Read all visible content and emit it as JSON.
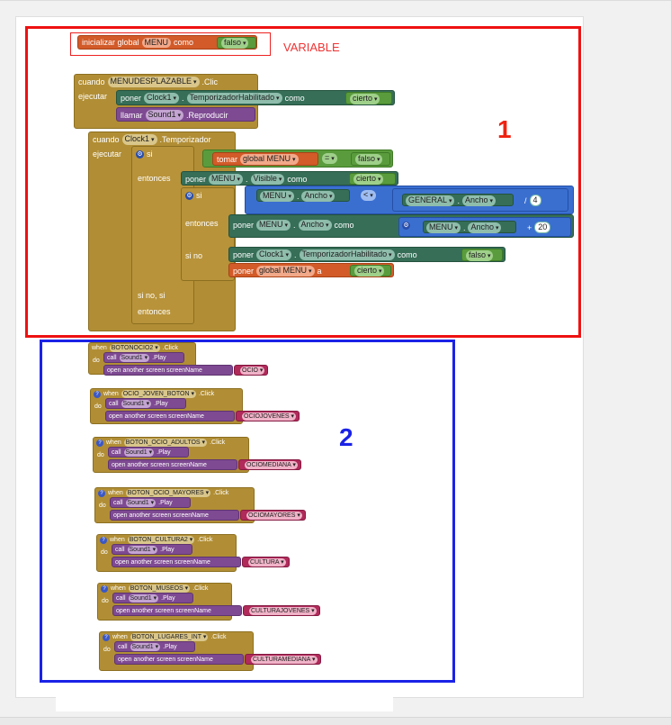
{
  "annotations": {
    "variable_tag": "VARIABLE",
    "group1": "1",
    "group2": "2"
  },
  "init": {
    "prefix": "inicializar global",
    "name": "MENU",
    "como": "como",
    "value": "falso"
  },
  "ev1": {
    "cuando": "cuando",
    "component": "MENUDESPLAZABLE",
    "event": ".Clic",
    "ejecutar": "ejecutar",
    "s1": {
      "poner": "poner",
      "comp": "Clock1",
      "prop": "TemporizadorHabilitado",
      "como": "como",
      "val": "cierto"
    },
    "s2": {
      "llamar": "llamar",
      "comp": "Sound1",
      "method": ".Reproducir"
    }
  },
  "ev2": {
    "cuando": "cuando",
    "component": "Clock1",
    "event": ".Temporizador",
    "ejecutar": "ejecutar",
    "si": "si",
    "cond": {
      "tomar": "tomar",
      "var": "global MENU",
      "op": "=",
      "val": "falso"
    },
    "entonces": "entonces",
    "s1": {
      "poner": "poner",
      "comp": "MENU",
      "prop": "Visible",
      "como": "como",
      "val": "cierto"
    },
    "inner": {
      "si": "si",
      "comp": "MENU",
      "prop": "Ancho",
      "op": "<",
      "comp2": "GENERAL",
      "prop2": "Ancho",
      "div": "/",
      "num": "4",
      "entonces": "entonces",
      "then": {
        "poner": "poner",
        "comp": "MENU",
        "prop": "Ancho",
        "como": "como",
        "comp2": "MENU",
        "prop2": "Ancho",
        "plus": "+",
        "num": "20"
      },
      "sino": "si no",
      "else1": {
        "poner": "poner",
        "comp": "Clock1",
        "prop": "TemporizadorHabilitado",
        "como": "como",
        "val": "falso"
      },
      "else2": {
        "poner": "poner",
        "var": "global MENU",
        "a": "a",
        "val": "cierto"
      }
    },
    "sinosi": "si no, si",
    "entonces2": "entonces"
  },
  "handlers": [
    {
      "when": "when",
      "button": "BOTONOCIO2",
      "click": ".Click",
      "do": "do",
      "call": "call",
      "sound": "Sound1",
      "play": ".Play",
      "open": "open another screen  screenName",
      "screen": "OCIO"
    },
    {
      "when": "when",
      "button": "OCIO_JOVEN_BOTON",
      "click": ".Click",
      "do": "do",
      "call": "call",
      "sound": "Sound1",
      "play": ".Play",
      "open": "open another screen  screenName",
      "screen": "OCIOJOVENES"
    },
    {
      "when": "when",
      "button": "BOTON_OCIO_ADULTOS",
      "click": ".Click",
      "do": "do",
      "call": "call",
      "sound": "Sound1",
      "play": ".Play",
      "open": "open another screen  screenName",
      "screen": "OCIOMEDIANA"
    },
    {
      "when": "when",
      "button": "BOTON_OCIO_MAYORES",
      "click": ".Click",
      "do": "do",
      "call": "call",
      "sound": "Sound1",
      "play": ".Play",
      "open": "open another screen  screenName",
      "screen": "OCIOMAYORES"
    },
    {
      "when": "when",
      "button": "BOTON_CULTURA2",
      "click": ".Click",
      "do": "do",
      "call": "call",
      "sound": "Sound1",
      "play": ".Play",
      "open": "open another screen  screenName",
      "screen": "CULTURA"
    },
    {
      "when": "when",
      "button": "BOTON_MUSEOS",
      "click": ".Click",
      "do": "do",
      "call": "call",
      "sound": "Sound1",
      "play": ".Play",
      "open": "open another screen  screenName",
      "screen": "CULTURAJOVENES"
    },
    {
      "when": "when",
      "button": "BOTON_LUGARES_INT",
      "click": ".Click",
      "do": "do",
      "call": "call",
      "sound": "Sound1",
      "play": ".Play",
      "open": "open another screen  screenName",
      "screen": "CULTURAMEDIANA"
    }
  ]
}
